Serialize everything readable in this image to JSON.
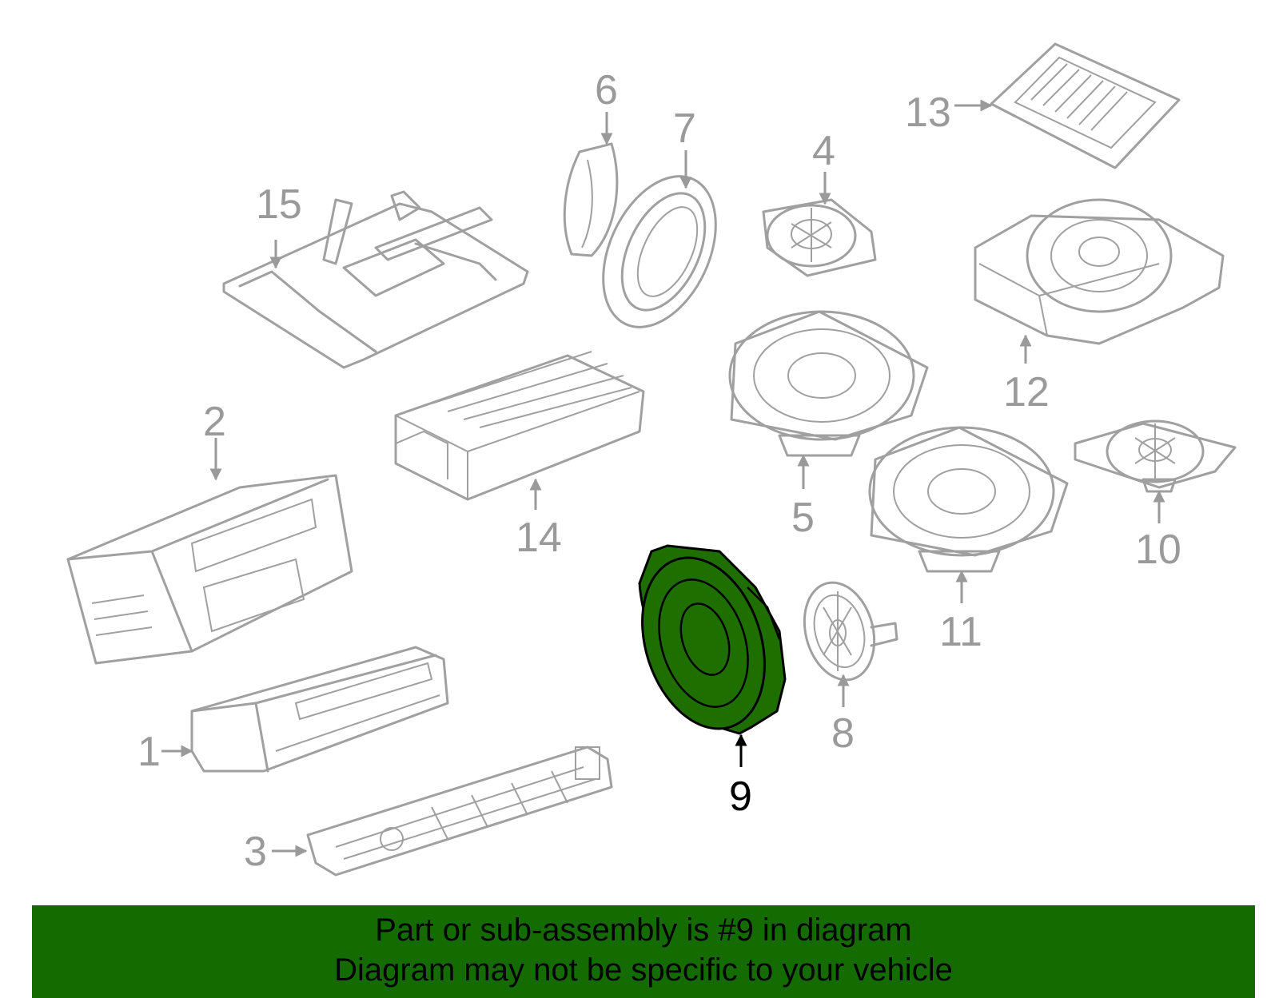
{
  "banner": {
    "line1": "Part or sub-assembly is #9 in diagram",
    "line2": "Diagram may not be specific to your vehicle"
  },
  "callouts": {
    "c1": "1",
    "c2": "2",
    "c3": "3",
    "c4": "4",
    "c5": "5",
    "c6": "6",
    "c7": "7",
    "c8": "8",
    "c9": "9",
    "c10": "10",
    "c11": "11",
    "c12": "12",
    "c13": "13",
    "c14": "14",
    "c15": "15"
  },
  "colors": {
    "highlight_fill": "#1f6e00",
    "banner_bg": "#146c00",
    "part_stroke": "#a0a0a0"
  },
  "selected_part": "9"
}
